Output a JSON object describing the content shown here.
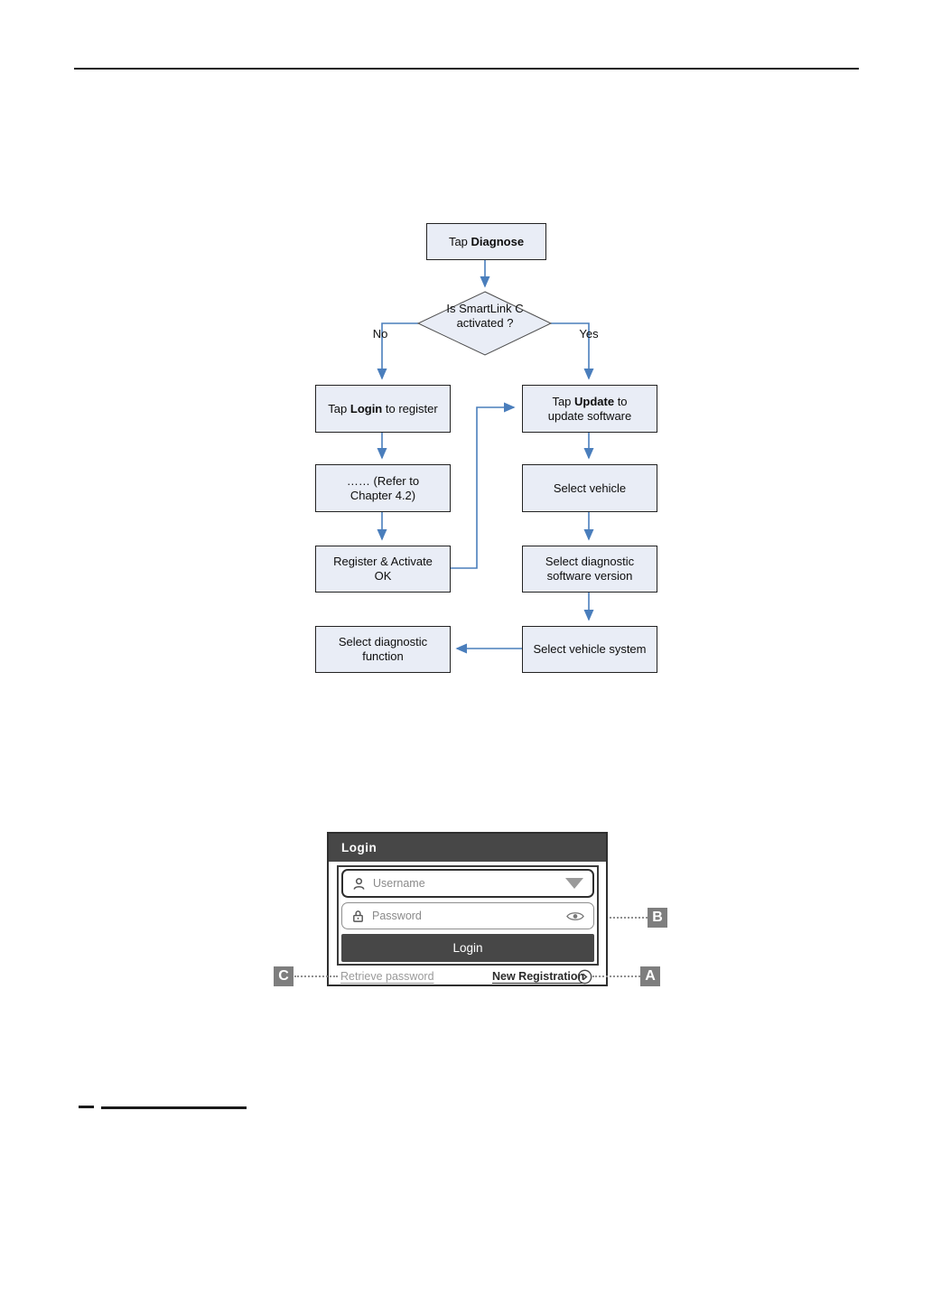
{
  "flowchart": {
    "start_box": {
      "pre": "Tap ",
      "bold": "Diagnose"
    },
    "decision": {
      "line1": "Is SmartLink C",
      "line2": "activated ?"
    },
    "branch_no": "No",
    "branch_yes": "Yes",
    "login_box": {
      "pre": "Tap ",
      "bold": "Login",
      "post": " to register"
    },
    "refer_box": {
      "line1": "…… (Refer to",
      "line2": "Chapter 4.2)"
    },
    "register_box": {
      "line1": "Register & Activate",
      "line2": "OK"
    },
    "diag_function_box": {
      "line1": "Select diagnostic",
      "line2": "function"
    },
    "update_box": {
      "pre": "Tap ",
      "bold": "Update",
      "post": " to",
      "line2": "update software"
    },
    "select_vehicle_box": "Select vehicle",
    "software_version_box": {
      "line1": "Select diagnostic",
      "line2": "software version"
    },
    "vehicle_system_box": "Select vehicle system"
  },
  "login_panel": {
    "title": "Login",
    "username_placeholder": "Username",
    "password_placeholder": "Password",
    "login_button": "Login",
    "retrieve_password_link": "Retrieve password",
    "new_registration_link": "New Registration"
  },
  "callouts": {
    "a": "A",
    "b": "B",
    "c": "C"
  },
  "icons": {
    "username": "person-icon",
    "username_dropdown": "chevron-down-icon",
    "password": "lock-icon",
    "password_visibility": "eye-icon",
    "new_registration": "arrow-circle-icon"
  },
  "colors": {
    "flow_box_fill": "#e9edf6",
    "flow_line_blue": "#4a7ebc",
    "panel_dark_gray": "#474747",
    "placeholder_gray": "#8a8a8a",
    "callout_gray": "#7e7e7e"
  }
}
